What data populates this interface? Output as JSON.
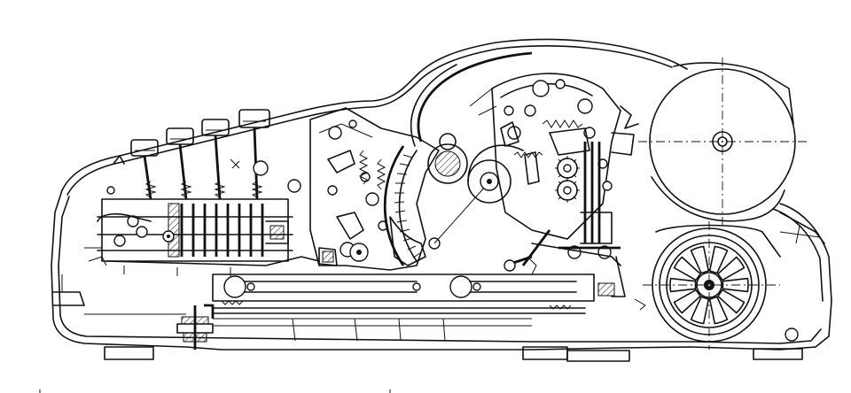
{
  "figure": {
    "kind": "mechanical-cross-section-drawing",
    "subject": "adding-machine",
    "background_color": "#ffffff",
    "ink_color": "#111111",
    "style": "black line art, technical cutaway"
  },
  "keys": {
    "count": 4
  },
  "typebars": {
    "count": 8
  },
  "paper_roll": {
    "present": true
  },
  "motor_fan": {
    "blade_count": 10
  }
}
